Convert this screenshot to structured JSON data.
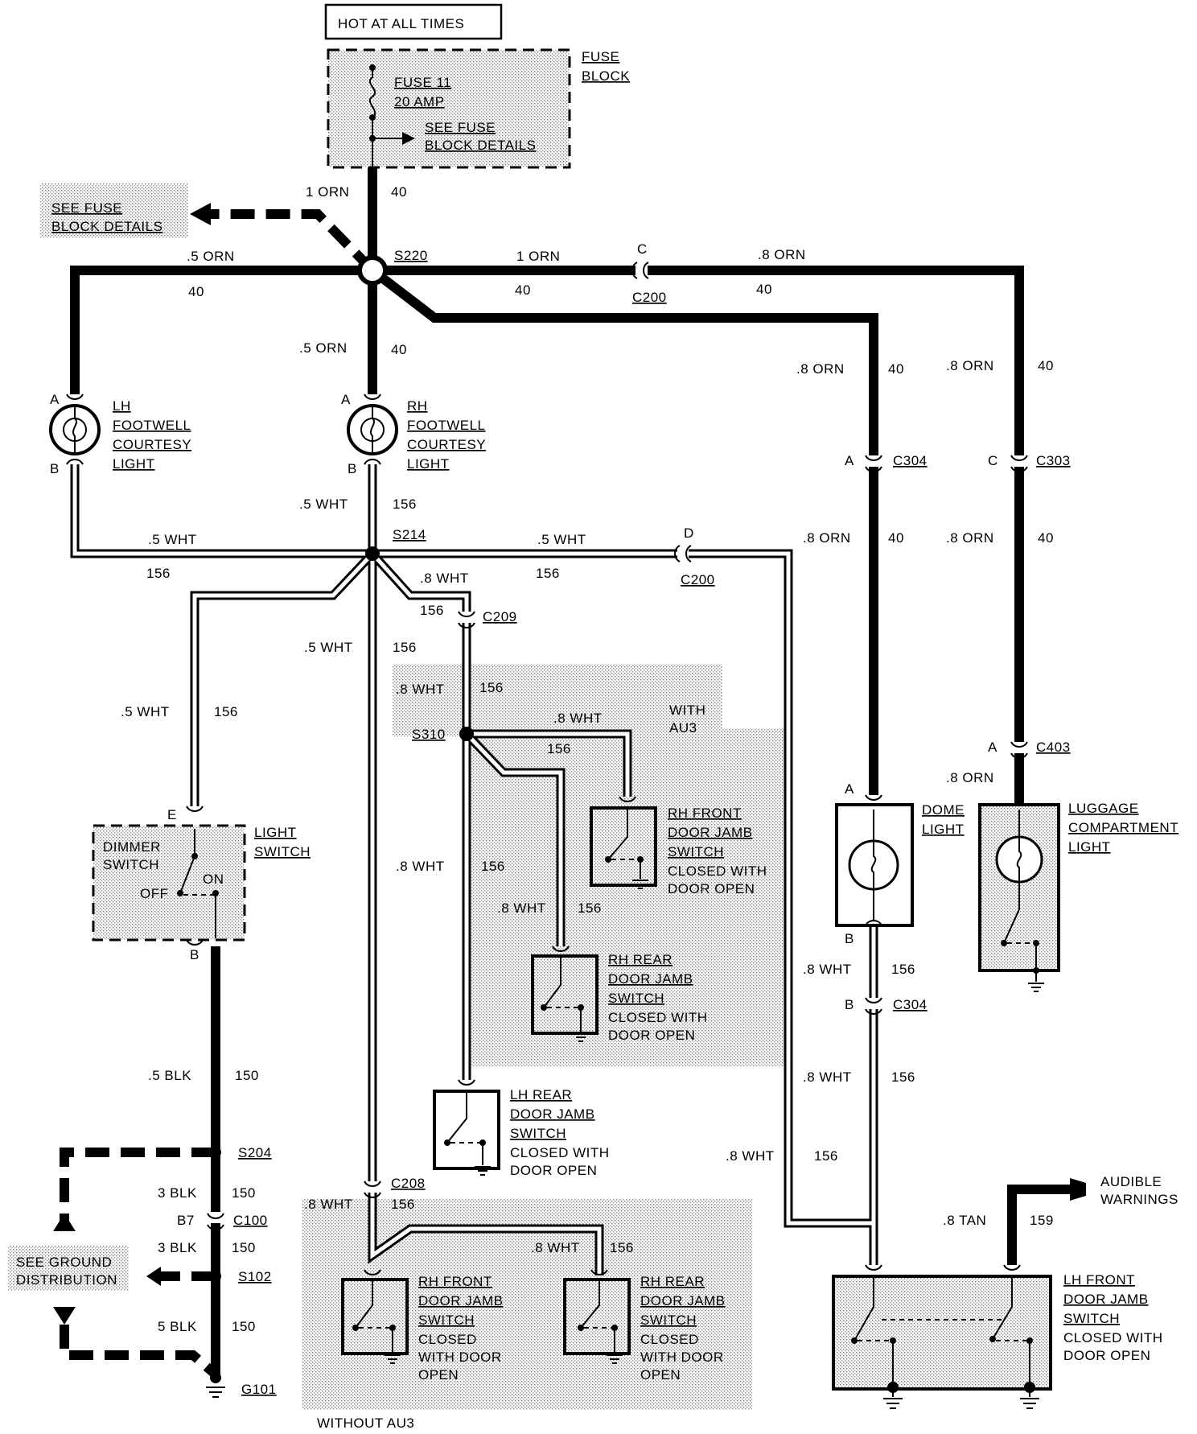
{
  "power": {
    "hot_label": "HOT AT ALL TIMES",
    "fuse_block_l1": "FUSE",
    "fuse_block_l2": "BLOCK",
    "fuse_l1": "FUSE 11",
    "fuse_l2": "20 AMP",
    "see_fuse_l1": "SEE FUSE",
    "see_fuse_l2": "BLOCK DETAILS"
  },
  "splices": {
    "s220": "S220",
    "s214": "S214",
    "s310": "S310",
    "s204": "S204",
    "s102": "S102",
    "g101": "G101"
  },
  "connectors": {
    "c200": "C200",
    "c304": "C304",
    "c303": "C303",
    "c403": "C403",
    "c209": "C209",
    "c208": "C208",
    "c100": "C100",
    "pin_a": "A",
    "pin_b": "B",
    "pin_c": "C",
    "pin_d": "D",
    "pin_e": "E",
    "pin_b7": "B7"
  },
  "wires": {
    "orn_1": "1 ORN",
    "orn_05": ".5 ORN",
    "orn_08": ".8 ORN",
    "wht_05": ".5 WHT",
    "wht_08": ".8 WHT",
    "blk_05": ".5 BLK",
    "blk_3": "3 BLK",
    "blk_5": "5 BLK",
    "tan_08": ".8 TAN",
    "c40": "40",
    "c156": "156",
    "c150": "150",
    "c159": "159"
  },
  "components": {
    "lh_footwell": [
      "LH",
      "FOOTWELL",
      "COURTESY",
      "LIGHT"
    ],
    "rh_footwell": [
      "RH",
      "FOOTWELL",
      "COURTESY",
      "LIGHT"
    ],
    "dome": [
      "DOME",
      "LIGHT"
    ],
    "luggage": [
      "LUGGAGE",
      "COMPARTMENT",
      "LIGHT"
    ],
    "light_switch": [
      "LIGHT",
      "SWITCH"
    ],
    "dimmer": [
      "DIMMER",
      "SWITCH"
    ],
    "off": "OFF",
    "on": "ON",
    "rh_front_au3": [
      "RH FRONT",
      "DOOR JAMB",
      "SWITCH",
      "CLOSED WITH",
      "DOOR OPEN"
    ],
    "rh_rear_au3": [
      "RH REAR",
      "DOOR JAMB",
      "SWITCH",
      "CLOSED WITH",
      "DOOR OPEN"
    ],
    "lh_rear": [
      "LH REAR",
      "DOOR JAMB",
      "SWITCH",
      "CLOSED WITH",
      "DOOR OPEN"
    ],
    "rh_front_no": [
      "RH FRONT",
      "DOOR JAMB",
      "SWITCH",
      "CLOSED",
      "WITH DOOR",
      "OPEN"
    ],
    "rh_rear_no": [
      "RH REAR",
      "DOOR JAMB",
      "SWITCH",
      "CLOSED",
      "WITH DOOR",
      "OPEN"
    ],
    "lh_front": [
      "LH FRONT",
      "DOOR JAMB",
      "SWITCH",
      "CLOSED WITH",
      "DOOR OPEN"
    ]
  },
  "notes": {
    "with_au3": [
      "WITH",
      "AU3"
    ],
    "without_au3": "WITHOUT AU3",
    "audible": [
      "AUDIBLE",
      "WARNINGS"
    ],
    "ground": [
      "SEE GROUND",
      "DISTRIBUTION"
    ]
  }
}
